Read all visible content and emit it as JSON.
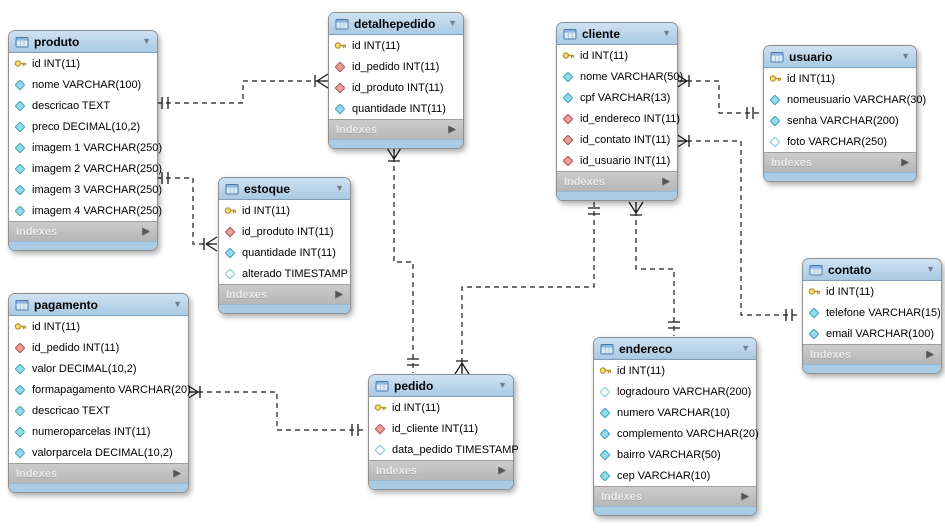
{
  "footer_label": "Indexes",
  "icons": {
    "collapse": "▼",
    "expand": "▶"
  },
  "colors": {
    "table_header": "#a9c9e4",
    "table_header_light": "#cfe2f2",
    "table_body": "#ffffff",
    "indexes_bar": "#b6b6b6",
    "bottom_strip": "#aacbe4",
    "pk_icon": "#f7df6e",
    "fk_icon": "#ef9b99",
    "column_icon": "#92dcea",
    "line": "#1a1a1a"
  },
  "tables": {
    "produto": {
      "title": "produto",
      "columns": [
        {
          "icon": "pk",
          "label": "id INT(11)"
        },
        {
          "icon": "col",
          "label": "nome VARCHAR(100)"
        },
        {
          "icon": "col",
          "label": "descricao TEXT"
        },
        {
          "icon": "col",
          "label": "preco DECIMAL(10,2)"
        },
        {
          "icon": "col",
          "label": "imagem 1 VARCHAR(250)"
        },
        {
          "icon": "col",
          "label": "imagem 2 VARCHAR(250)"
        },
        {
          "icon": "col",
          "label": "imagem 3 VARCHAR(250)"
        },
        {
          "icon": "col",
          "label": "imagem 4 VARCHAR(250)"
        }
      ]
    },
    "detalhepedido": {
      "title": "detalhepedido",
      "columns": [
        {
          "icon": "pk",
          "label": "id INT(11)"
        },
        {
          "icon": "fk",
          "label": "id_pedido INT(11)"
        },
        {
          "icon": "fk",
          "label": "id_produto INT(11)"
        },
        {
          "icon": "col",
          "label": "quantidade INT(11)"
        }
      ]
    },
    "cliente": {
      "title": "cliente",
      "columns": [
        {
          "icon": "pk",
          "label": "id INT(11)"
        },
        {
          "icon": "col",
          "label": "nome VARCHAR(50)"
        },
        {
          "icon": "col",
          "label": "cpf VARCHAR(13)"
        },
        {
          "icon": "fk",
          "label": "id_endereco INT(11)"
        },
        {
          "icon": "fk",
          "label": "id_contato INT(11)"
        },
        {
          "icon": "fk",
          "label": "id_usuario INT(11)"
        }
      ]
    },
    "usuario": {
      "title": "usuario",
      "columns": [
        {
          "icon": "pk",
          "label": "id INT(11)"
        },
        {
          "icon": "col",
          "label": "nomeusuario VARCHAR(30)"
        },
        {
          "icon": "col",
          "label": "senha VARCHAR(200)"
        },
        {
          "icon": "colnull",
          "label": "foto VARCHAR(250)"
        }
      ]
    },
    "estoque": {
      "title": "estoque",
      "columns": [
        {
          "icon": "pk",
          "label": "id INT(11)"
        },
        {
          "icon": "fk",
          "label": "id_produto INT(11)"
        },
        {
          "icon": "col",
          "label": "quantidade INT(11)"
        },
        {
          "icon": "colnull",
          "label": "alterado TIMESTAMP"
        }
      ]
    },
    "contato": {
      "title": "contato",
      "columns": [
        {
          "icon": "pk",
          "label": "id INT(11)"
        },
        {
          "icon": "col",
          "label": "telefone VARCHAR(15)"
        },
        {
          "icon": "col",
          "label": "email VARCHAR(100)"
        }
      ]
    },
    "pagamento": {
      "title": "pagamento",
      "columns": [
        {
          "icon": "pk",
          "label": "id INT(11)"
        },
        {
          "icon": "fk",
          "label": "id_pedido INT(11)"
        },
        {
          "icon": "col",
          "label": "valor DECIMAL(10,2)"
        },
        {
          "icon": "col",
          "label": "formapagamento VARCHAR(20)"
        },
        {
          "icon": "col",
          "label": "descricao TEXT"
        },
        {
          "icon": "col",
          "label": "numeroparcelas INT(11)"
        },
        {
          "icon": "col",
          "label": "valorparcela DECIMAL(10,2)"
        }
      ]
    },
    "pedido": {
      "title": "pedido",
      "columns": [
        {
          "icon": "pk",
          "label": "id INT(11)"
        },
        {
          "icon": "fk",
          "label": "id_cliente INT(11)"
        },
        {
          "icon": "colnull",
          "label": "data_pedido TIMESTAMP"
        }
      ]
    },
    "endereco": {
      "title": "endereco",
      "columns": [
        {
          "icon": "pk",
          "label": "id INT(11)"
        },
        {
          "icon": "colnull",
          "label": "logradouro VARCHAR(200)"
        },
        {
          "icon": "col",
          "label": "numero VARCHAR(10)"
        },
        {
          "icon": "col",
          "label": "complemento VARCHAR(20)"
        },
        {
          "icon": "col",
          "label": "bairro VARCHAR(50)"
        },
        {
          "icon": "col",
          "label": "cep VARCHAR(10)"
        }
      ]
    }
  },
  "relationships": [
    {
      "one": "produto",
      "many": "detalhepedido",
      "foreign_key": "id_produto",
      "style": "dashed"
    },
    {
      "one": "produto",
      "many": "estoque",
      "foreign_key": "id_produto",
      "style": "dashed"
    },
    {
      "one": "pedido",
      "many": "detalhepedido",
      "foreign_key": "id_pedido",
      "style": "dashed"
    },
    {
      "one": "cliente",
      "many": "pedido",
      "foreign_key": "id_cliente",
      "style": "dashed"
    },
    {
      "one": "usuario",
      "many": "cliente",
      "foreign_key": "id_usuario",
      "style": "dashed"
    },
    {
      "one": "contato",
      "many": "cliente",
      "foreign_key": "id_contato",
      "style": "dashed"
    },
    {
      "one": "endereco",
      "many": "cliente",
      "foreign_key": "id_endereco",
      "style": "dashed"
    },
    {
      "one": "pedido",
      "many": "pagamento",
      "foreign_key": "id_pedido",
      "style": "dashed"
    }
  ]
}
